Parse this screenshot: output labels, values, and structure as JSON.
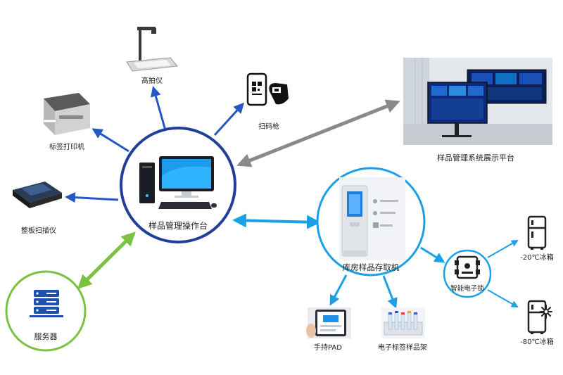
{
  "colors": {
    "navy": "#1f3f9a",
    "arrow_blue": "#2357c4",
    "light_blue": "#19a0e6",
    "green": "#7cc242",
    "gray": "#8a8a8a"
  },
  "center": {
    "label": "样品管理操作台",
    "icon": "desktop-computer-icon"
  },
  "peripherals": {
    "document_camera": "高拍仪",
    "scanner_gun": "扫码枪",
    "label_printer": "标签打印机",
    "plate_scanner": "整板扫描仪",
    "server": "服务器",
    "display_platform": "样品管理系统展示平台"
  },
  "storage": {
    "label": "库房样品存取机",
    "pad": "手持PAD",
    "rack": "电子标签样品架",
    "lock": "智能电子锁",
    "fridge_20": "-20℃冰箱",
    "fridge_80": "-80℃冰箱"
  }
}
